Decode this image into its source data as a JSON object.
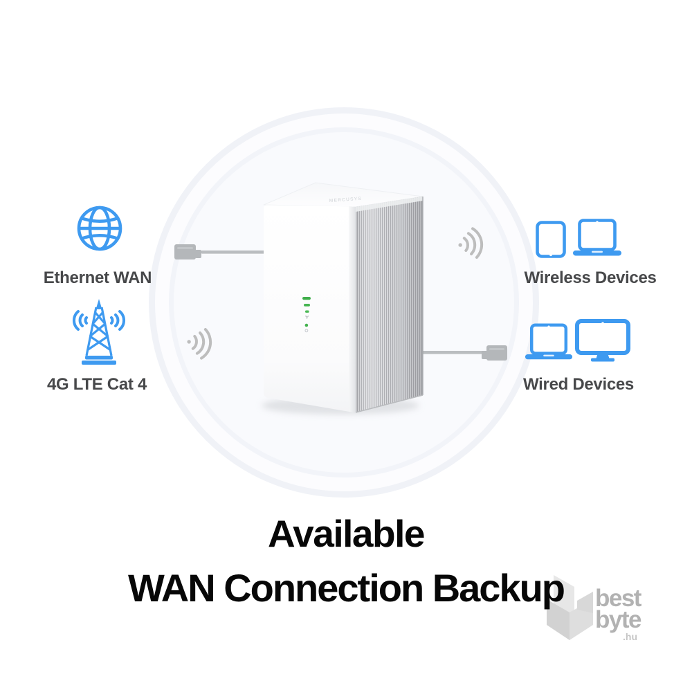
{
  "connections_left": {
    "items": [
      {
        "icon": "globe-icon",
        "label": "Ethernet WAN"
      },
      {
        "icon": "cell-tower-icon",
        "label": "4G LTE Cat 4"
      }
    ]
  },
  "connections_right": {
    "items": [
      {
        "icons": [
          "tablet-icon",
          "laptop-icon"
        ],
        "label": "Wireless Devices"
      },
      {
        "icons": [
          "laptop-icon",
          "monitor-icon"
        ],
        "label": "Wired Devices"
      }
    ]
  },
  "router": {
    "brand_label": "MERCUSYS",
    "front_leds": [
      "signal-bar-strong",
      "signal-bar-medium",
      "signal-bar-weak",
      "wifi-led",
      "power-led"
    ]
  },
  "headline": {
    "line1": "Available",
    "line2": "WAN Connection Backup"
  },
  "watermark": {
    "word1": "best",
    "word2": "byte",
    "suffix": ".hu"
  },
  "colors": {
    "accent_blue": "#3E9AF0",
    "label_gray": "#47484A",
    "wave_gray": "#BDBDBD",
    "cable_gray": "#B6B9BC",
    "led_green": "#3FAE4B",
    "headline_black": "#070707",
    "watermark_gray": "#B2B2B2"
  }
}
